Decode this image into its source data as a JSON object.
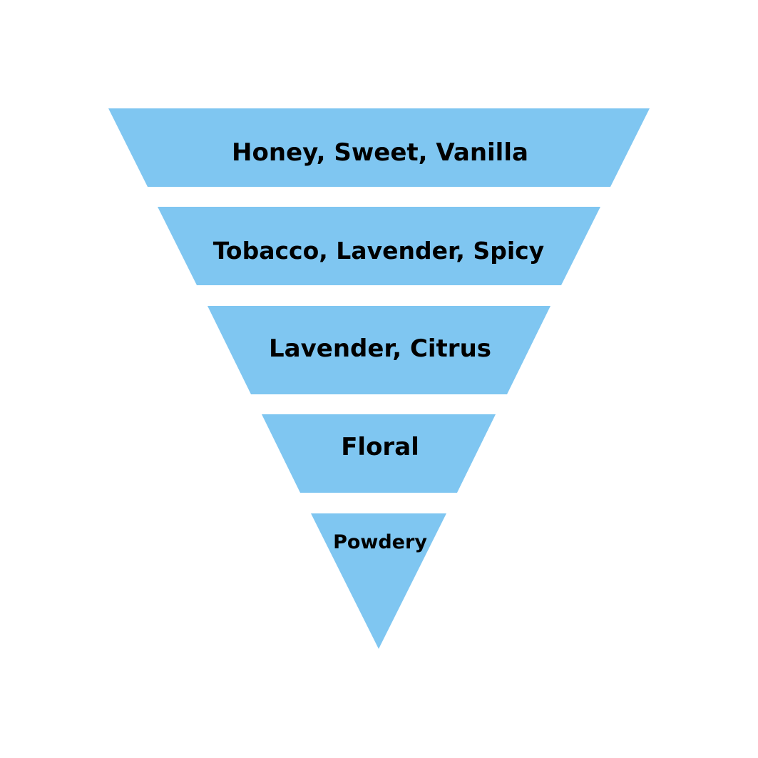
{
  "funnel": {
    "fill_color": "#7FC6F1",
    "text_color": "#000000",
    "layers": [
      {
        "label": "Honey, Sweet, Vanilla"
      },
      {
        "label": "Tobacco, Lavender, Spicy"
      },
      {
        "label": "Lavender, Citrus"
      },
      {
        "label": "Floral"
      },
      {
        "label": "Powdery"
      }
    ]
  }
}
